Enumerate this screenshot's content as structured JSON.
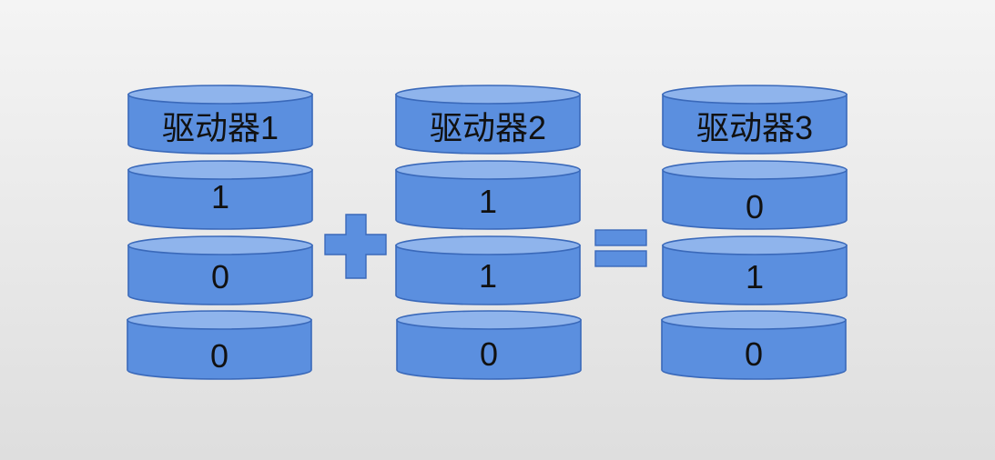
{
  "colors": {
    "cylinder_body": "#5b8fdf",
    "cylinder_top": "#8fb4ec",
    "cylinder_stroke": "#3a69ba",
    "operator_fill": "#5b8fdf",
    "operator_stroke": "#3a69ba"
  },
  "drives": [
    {
      "title": "驱动器1",
      "bits": [
        "1",
        "0",
        "0"
      ]
    },
    {
      "title": "驱动器2",
      "bits": [
        "1",
        "1",
        "0"
      ]
    },
    {
      "title": "驱动器3",
      "bits": [
        "0",
        "1",
        "0"
      ]
    }
  ],
  "operators": [
    {
      "icon": "plus-icon"
    },
    {
      "icon": "equals-icon"
    }
  ]
}
